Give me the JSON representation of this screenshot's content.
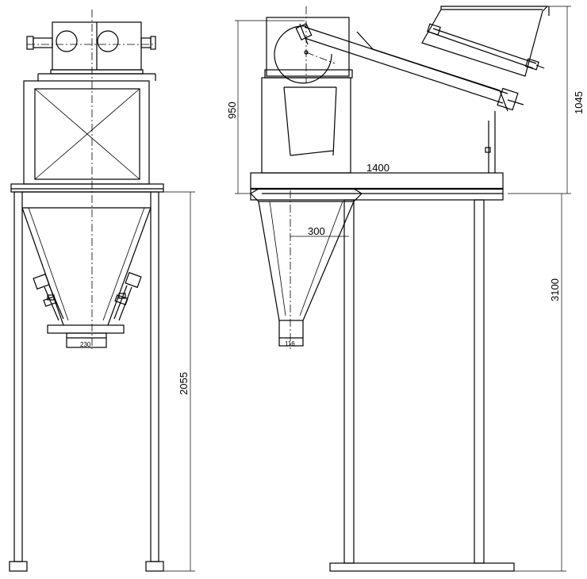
{
  "dimensions": {
    "total_height": "3100",
    "upper_height": "1045",
    "box_height": "950",
    "table_length": "1400",
    "hopper_width": "300",
    "outlet_side": "116",
    "outlet_front": "230",
    "leg_height": "2055"
  }
}
